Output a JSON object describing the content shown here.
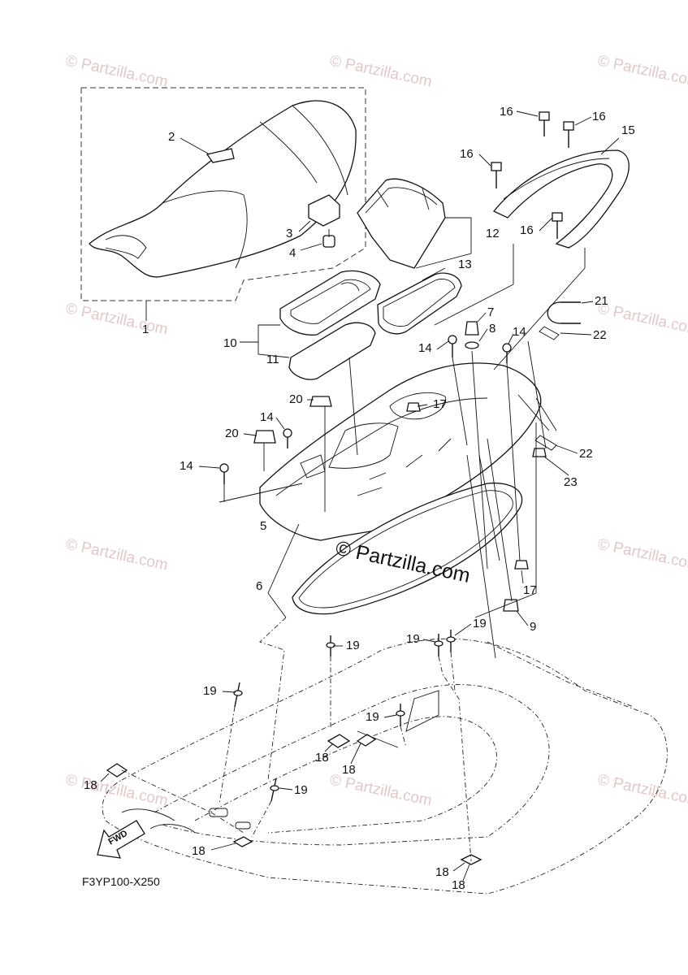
{
  "watermark": "© Partzilla.com",
  "drawing_code": "F3YP100-X250",
  "fwd_label": "FWD",
  "callouts": [
    "1",
    "2",
    "3",
    "4",
    "5",
    "6",
    "7",
    "8",
    "9",
    "10",
    "11",
    "12",
    "13",
    "14",
    "15",
    "16",
    "17",
    "18",
    "19",
    "20",
    "21",
    "22",
    "23"
  ]
}
